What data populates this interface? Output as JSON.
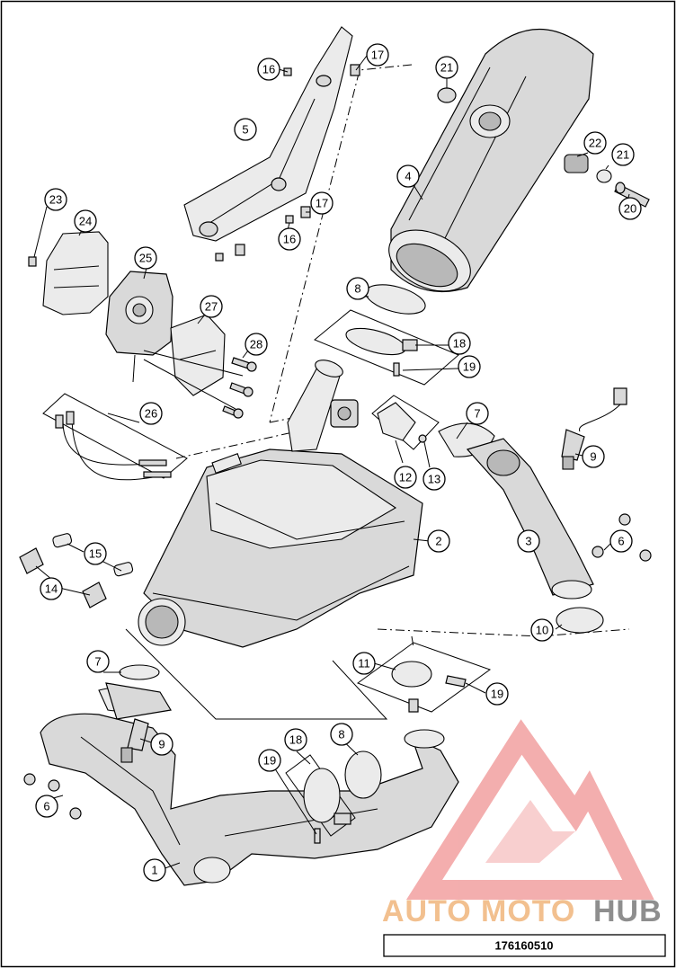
{
  "diagram": {
    "document_number": "176160510",
    "watermark": {
      "part_auto": "AUTO",
      "part_moto": "MOTO",
      "part_hub": "HUB",
      "logo_color": "#f2a0a0",
      "text_color_warm": "#f2c08f",
      "text_color_gray": "#8e8e8e"
    },
    "callouts": [
      {
        "id": "c16a",
        "label": "16"
      },
      {
        "id": "c17a",
        "label": "17"
      },
      {
        "id": "c21a",
        "label": "21"
      },
      {
        "id": "c5",
        "label": "5"
      },
      {
        "id": "c22",
        "label": "22"
      },
      {
        "id": "c21b",
        "label": "21"
      },
      {
        "id": "c4",
        "label": "4"
      },
      {
        "id": "c23",
        "label": "23"
      },
      {
        "id": "c17b",
        "label": "17"
      },
      {
        "id": "c20",
        "label": "20"
      },
      {
        "id": "c24",
        "label": "24"
      },
      {
        "id": "c16b",
        "label": "16"
      },
      {
        "id": "c25",
        "label": "25"
      },
      {
        "id": "c8a",
        "label": "8"
      },
      {
        "id": "c27",
        "label": "27"
      },
      {
        "id": "c28",
        "label": "28"
      },
      {
        "id": "c18a",
        "label": "18"
      },
      {
        "id": "c19a",
        "label": "19"
      },
      {
        "id": "c26",
        "label": "26"
      },
      {
        "id": "c7a",
        "label": "7"
      },
      {
        "id": "c9a",
        "label": "9"
      },
      {
        "id": "c12",
        "label": "12"
      },
      {
        "id": "c13",
        "label": "13"
      },
      {
        "id": "c2",
        "label": "2"
      },
      {
        "id": "c3",
        "label": "3"
      },
      {
        "id": "c6a",
        "label": "6"
      },
      {
        "id": "c15",
        "label": "15"
      },
      {
        "id": "c14",
        "label": "14"
      },
      {
        "id": "c10",
        "label": "10"
      },
      {
        "id": "c7b",
        "label": "7"
      },
      {
        "id": "c11",
        "label": "11"
      },
      {
        "id": "c19b",
        "label": "19"
      },
      {
        "id": "c9b",
        "label": "9"
      },
      {
        "id": "c18b",
        "label": "18"
      },
      {
        "id": "c8b",
        "label": "8"
      },
      {
        "id": "c19c",
        "label": "19"
      },
      {
        "id": "c6b",
        "label": "6"
      },
      {
        "id": "c1",
        "label": "1"
      }
    ]
  }
}
